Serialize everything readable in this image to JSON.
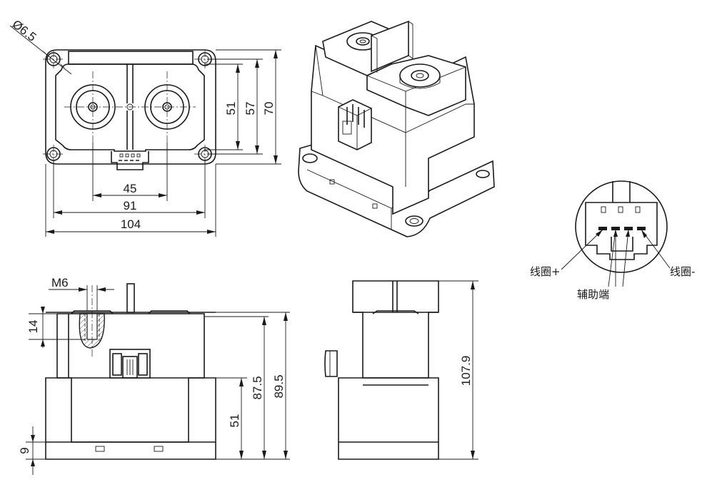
{
  "top_view": {
    "hole_dia": "Ø6.5",
    "dim_width_outer": "104",
    "dim_width_mount": "91",
    "dim_terminal_spacing": "45",
    "dim_height_outer": "70",
    "dim_height_mid": "57",
    "dim_height_inner": "51"
  },
  "front_view": {
    "thread": "M6",
    "dim_thread_depth": "14",
    "dim_flange": "9",
    "dim_body": "51",
    "dim_height_a": "87.5",
    "dim_height_b": "89.5"
  },
  "side_view": {
    "dim_total_height": "107.9"
  },
  "connector_detail": {
    "coil_plus": "线圈+",
    "coil_minus": "线圈-",
    "aux_terminal": "辅助端"
  },
  "colors": {
    "line": "#1a1a1a",
    "background": "#ffffff"
  }
}
